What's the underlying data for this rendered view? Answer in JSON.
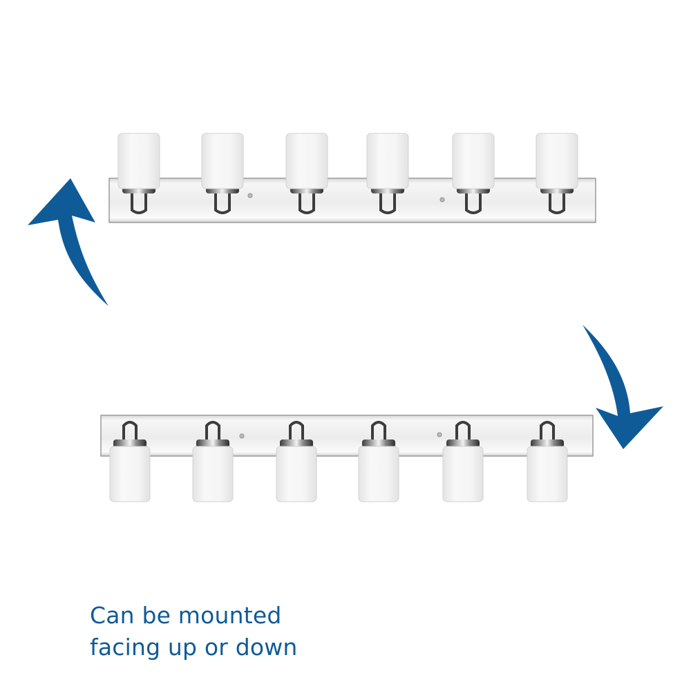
{
  "caption": {
    "line1": "Can be mounted",
    "line2": "facing up or down"
  },
  "colors": {
    "arrow": "#0f5b98",
    "caption": "#0f5b98",
    "background": "#ffffff",
    "backplate": "#ebebeb",
    "chrome_dark": "#4a4a4a",
    "glass": "#f4f4f4"
  },
  "fixtures": {
    "up_facing": {
      "shade_count": 6,
      "orientation": "up"
    },
    "down_facing": {
      "shade_count": 6,
      "orientation": "down"
    }
  },
  "icons": {
    "arrow_up": "curved-arrow-up-icon",
    "arrow_down": "curved-arrow-down-icon"
  }
}
